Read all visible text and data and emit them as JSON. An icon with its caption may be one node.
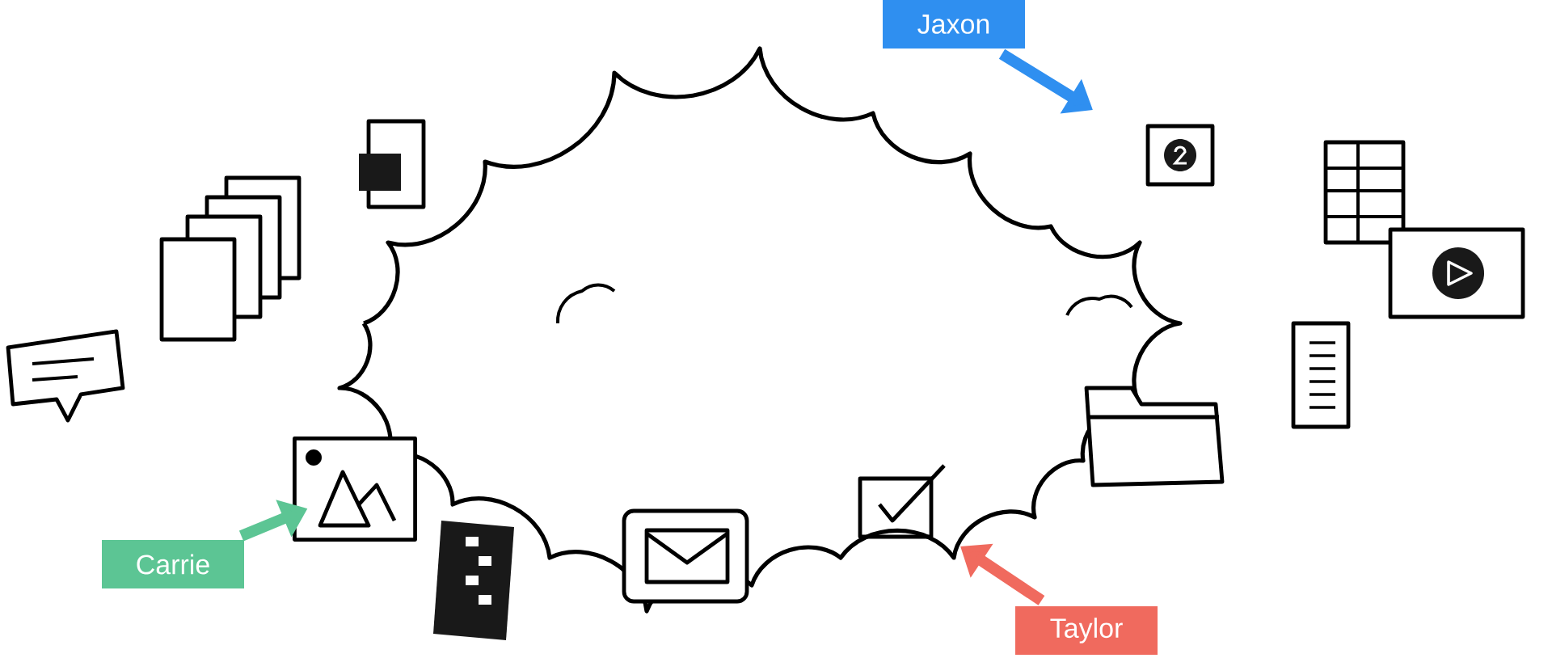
{
  "diagram": {
    "nodes": [
      {
        "text": [
          "Jaxon"
        ]
      },
      {
        "text": [
          "Carrie"
        ]
      },
      {
        "text": [
          "Taylor"
        ]
      },
      {
        "text": [],
        "shape": "picture"
      }
    ],
    "edges": [
      {
        "from": 0,
        "to": null,
        "arrow": "to",
        "color": "#2f8ff0"
      },
      {
        "from": 1,
        "to": 3,
        "arrow": "to",
        "color": "#5cc594"
      },
      {
        "from": 2,
        "to": null,
        "arrow": "to",
        "color": "#f06a5e"
      }
    ]
  }
}
